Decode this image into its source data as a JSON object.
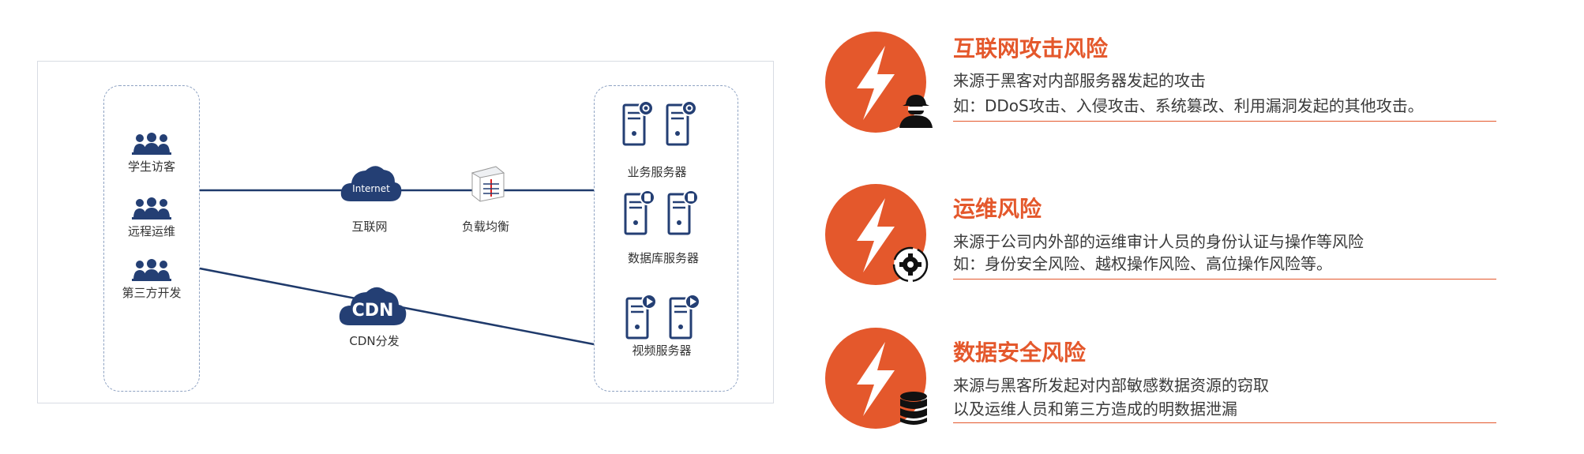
{
  "diagram": {
    "users": [
      {
        "label": "学生访客"
      },
      {
        "label": "远程运维"
      },
      {
        "label": "第三方开发"
      }
    ],
    "internet_cloud": {
      "text": "Internet",
      "label": "互联网"
    },
    "load_balancer": {
      "label": "负载均衡"
    },
    "cdn_cloud": {
      "text": "CDN",
      "label": "CDN分发"
    },
    "server_groups": [
      {
        "label": "业务服务器",
        "badge_icon": "gear-icon"
      },
      {
        "label": "数据库服务器",
        "badge_icon": "database-icon"
      },
      {
        "label": "视频服务器",
        "badge_icon": "play-icon"
      }
    ],
    "colors": {
      "navy": "#243f74",
      "line": "#1f3a6b",
      "dashed_border": "#8ea2c2",
      "frame_border": "#d8dce3"
    }
  },
  "risks": [
    {
      "title": "互联网攻击风险",
      "lines": [
        "来源于黑客对内部服务器发起的攻击",
        "如：DDoS攻击、入侵攻击、系统篡改、利用漏洞发起的其他攻击。"
      ],
      "icon": "hacker-icon"
    },
    {
      "title": "运维风险",
      "lines": [
        "来源于公司内外部的运维审计人员的身份认证与操作等风险",
        "如：身份安全风险、越权操作风险、高位操作风险等。"
      ],
      "icon": "gear-cycle-icon"
    },
    {
      "title": "数据安全风险",
      "lines": [
        "来源与黑客所发起对内部敏感数据资源的窃取",
        "以及运维人员和第三方造成的明数据泄漏"
      ],
      "icon": "database-icon"
    }
  ],
  "accent_color": "#e4582c"
}
